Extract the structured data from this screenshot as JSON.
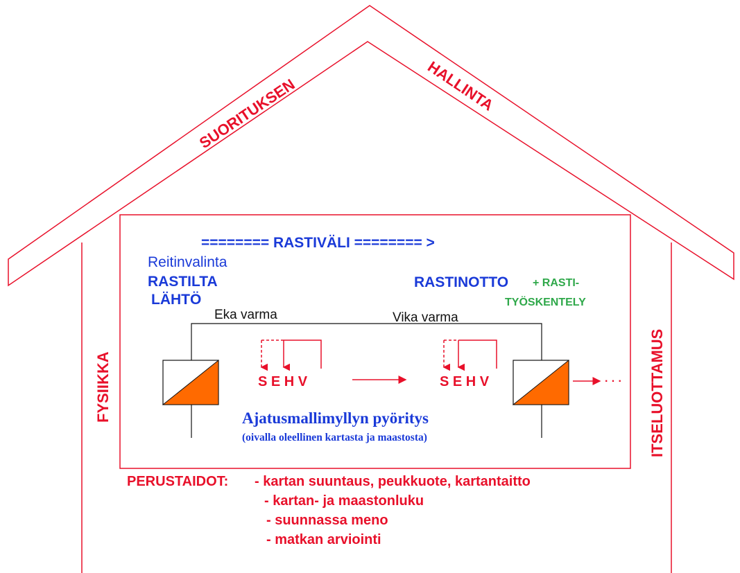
{
  "roof": {
    "left_label": "SUORITUKSEN",
    "right_label": "HALLINTA"
  },
  "walls": {
    "left_label": "FYSIIKKA",
    "right_label": "ITSELUOTTAMUS"
  },
  "inner": {
    "rastivali": "======== RASTIVÄLI ======== >",
    "route_choice": "Reitinvalinta",
    "leaving_line1": "RASTILTA",
    "leaving_line2": "LÄHTÖ",
    "control_taking": "RASTINOTTO",
    "plus_rasti": "+ RASTI-",
    "tyoskentely": "TYÖSKENTELY",
    "eka_varma": "Eka varma",
    "vika_varma": "Vika varma",
    "sehv_left": "S E H V",
    "sehv_right": "S E H V",
    "continuation": "· · ·",
    "mill_title": "Ajatusmallimyllyn pyöritys",
    "mill_subtitle": "(oivalla oleellinen kartasta ja maastosta)"
  },
  "foundation": {
    "heading": "PERUSTAIDOT:",
    "items": [
      "- kartan suuntaus, peukkuote, kartantaitto",
      "- kartan- ja maastonluku",
      "- suunnassa meno",
      "- matkan arviointi"
    ]
  },
  "colors": {
    "red": "#e8102a",
    "blue": "#1a3ad8",
    "green": "#2fa84a",
    "orange": "#ff6a00",
    "black": "#111111"
  }
}
